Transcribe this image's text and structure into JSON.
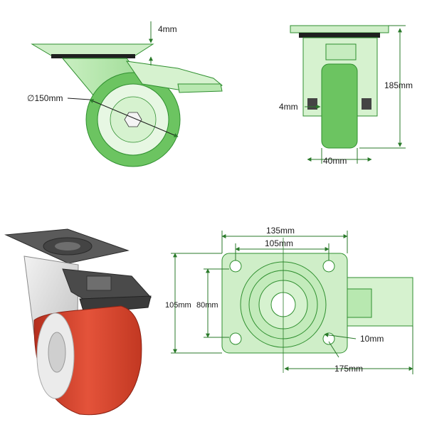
{
  "colors": {
    "green_fill": "#b8e8b0",
    "green_light": "#d6f2cf",
    "green_tire": "#6cc461",
    "green_line": "#2f8f2f",
    "dim_line": "#2a7a2a",
    "tire_red": "#d9422b",
    "metal_dark": "#3a3a3a",
    "metal_light": "#e4e4e4"
  },
  "side_view": {
    "plate_thickness": "4mm",
    "wheel_diameter": "∅150mm"
  },
  "front_view": {
    "axle_offset": "4mm",
    "height": "185mm",
    "wheel_width": "40mm"
  },
  "top_view": {
    "plate_width": "135mm",
    "hole_spacing_x": "105mm",
    "plate_depth": "105mm",
    "hole_spacing_y": "80mm",
    "hole_diameter": "10mm",
    "swivel_radius": "175mm"
  },
  "product_photo": {
    "icon": "swivel-caster-with-brake"
  }
}
